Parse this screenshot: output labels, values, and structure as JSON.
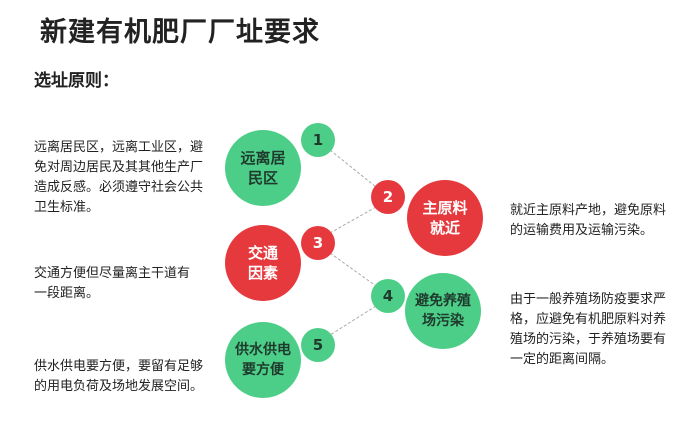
{
  "title": "新建有机肥厂厂址要求",
  "subtitle": "选址原则：",
  "colors": {
    "green": "#4dce88",
    "red": "#e6393e"
  },
  "items": [
    {
      "number": "1",
      "label_line1": "远离居",
      "label_line2": "民区",
      "description": "远离居民区，远离工业区，避免对周边居民及其其他生产厂造成反感。必须遵守社会公共卫生标准。"
    },
    {
      "number": "2",
      "label_line1": "主原料",
      "label_line2": "就近",
      "description": "就近主原料产地，避免原料的运输费用及运输污染。"
    },
    {
      "number": "3",
      "label_line1": "交通",
      "label_line2": "因素",
      "description": "交通方便但尽量离主干道有一段距离。"
    },
    {
      "number": "4",
      "label_line1": "避免养殖",
      "label_line2": "场污染",
      "description": "由于一般养殖场防疫要求严格，应避免有机肥原料对养殖场的污染，于养殖场要有一定的距离间隔。"
    },
    {
      "number": "5",
      "label_line1": "供水供电",
      "label_line2": "要方便",
      "description": "供水供电要方便，要留有足够的用电负荷及场地发展空间。"
    }
  ]
}
